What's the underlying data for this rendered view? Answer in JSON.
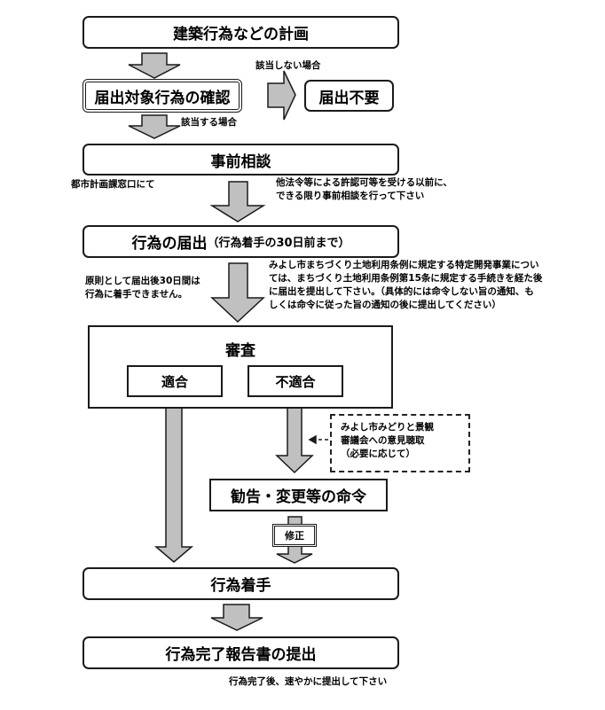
{
  "flow": {
    "plan": "建築行為などの計画",
    "confirm": "届出対象行為の確認",
    "not_applicable_label": "該当しない場合",
    "not_required": "届出不要",
    "applicable_label": "該当する場合",
    "consult": "事前相談",
    "consult_place": "都市計画課窓口にて",
    "consult_note_line1": "他法令等による許認可等を受ける以前に、",
    "consult_note_line2": "できる限り事前相談を行って下さい",
    "notify_main": "行為の届出",
    "notify_sub": "（行為着手の30日前まで）",
    "wait_note_line1": "原則として届出後30日間は",
    "wait_note_line2": "行為に着手できません。",
    "ordinance_note": [
      "みよし市まちづくり土地利用条例に規定する特定開発事業につい",
      "ては、まちづくり土地利用条例第15条に規定する手続きを経た後",
      "に届出を提出して下さい。（具体的には命令しない旨の通知、も",
      "しくは命令に従った旨の通知の後に提出してください）"
    ],
    "review": "審査",
    "conform": "適合",
    "nonconform": "不適合",
    "council_note": [
      "みよし市みどりと景観",
      "審議会への意見聴取",
      "（必要に応じて）"
    ],
    "order": "勧告・変更等の命令",
    "revise": "修正",
    "start": "行為着手",
    "report": "行為完了報告書の提出",
    "report_note": "行為完了後、速やかに提出して下さい"
  },
  "colors": {
    "arrow_fill": "#c0c0c0",
    "stroke": "#1a1a1a"
  }
}
